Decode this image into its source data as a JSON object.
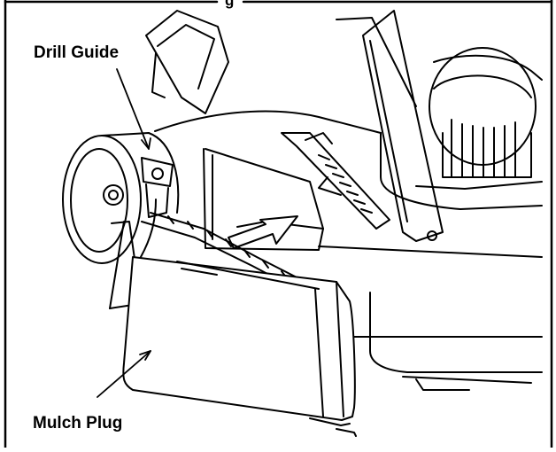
{
  "figure": {
    "title_fragment": "g",
    "labels": {
      "drill_guide": "Drill Guide",
      "mulch_plug": "Mulch Plug"
    }
  },
  "colors": {
    "ink": "#000000",
    "paper": "#ffffff",
    "shade": "#d8d8d8"
  }
}
